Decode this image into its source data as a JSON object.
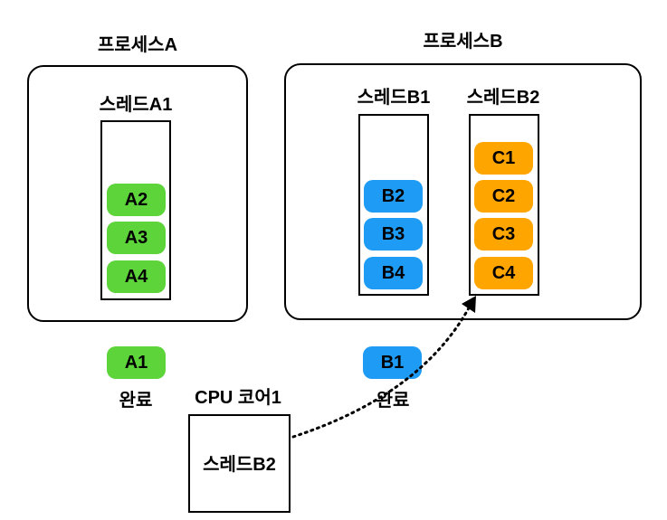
{
  "process_a": {
    "title": "프로세스A",
    "thread_a1": {
      "title": "스레드A1",
      "tasks": [
        "A2",
        "A3",
        "A4"
      ]
    }
  },
  "process_b": {
    "title": "프로세스B",
    "thread_b1": {
      "title": "스레드B1",
      "tasks": [
        "B2",
        "B3",
        "B4"
      ]
    },
    "thread_b2": {
      "title": "스레드B2",
      "tasks": [
        "C1",
        "C2",
        "C3",
        "C4"
      ]
    }
  },
  "completed": {
    "a1": {
      "task": "A1",
      "label": "완료"
    },
    "b1": {
      "task": "B1",
      "label": "완료"
    }
  },
  "cpu_core": {
    "title": "CPU 코어1",
    "running": "스레드B2"
  },
  "colors": {
    "process_a_tasks": "#5cd43a",
    "thread_b1_tasks": "#1e9bf4",
    "thread_b2_tasks": "#ffa500"
  }
}
